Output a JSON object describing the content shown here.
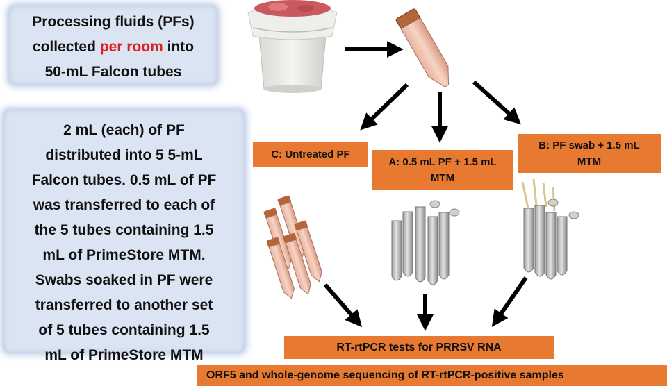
{
  "boxes": {
    "pf_line1": "Processing fluids (PFs)",
    "pf_line2_pre": "collected ",
    "pf_line2_red": "per room",
    "pf_line2_post": " into",
    "pf_line3": "50-mL Falcon tubes",
    "description_lines": [
      "2 mL (each) of PF",
      "distributed into 5 5-mL",
      "Falcon tubes. 0.5 mL of PF",
      "was transferred to each of",
      "the 5 tubes containing 1.5",
      "mL of PrimeStore MTM.",
      "Swabs soaked in PF were",
      "transferred to another set",
      "of 5 tubes containing 1.5",
      "mL of PrimeStore MTM"
    ],
    "c_label": "C: Untreated PF",
    "a_line1": "A: 0.5 mL PF + 1.5 mL",
    "a_line2": "MTM",
    "b_line1": "B: PF swab + 1.5 mL",
    "b_line2": "MTM",
    "rt_label": "RT-rtPCR tests for PRRSV RNA",
    "orf_label": "ORF5 and whole-genome sequencing of RT-rtPCR-positive samples"
  },
  "colors": {
    "orange": "#e87930",
    "blue_box": "#dbe4f2",
    "red_text": "#e02020",
    "arrow": "#000000"
  }
}
